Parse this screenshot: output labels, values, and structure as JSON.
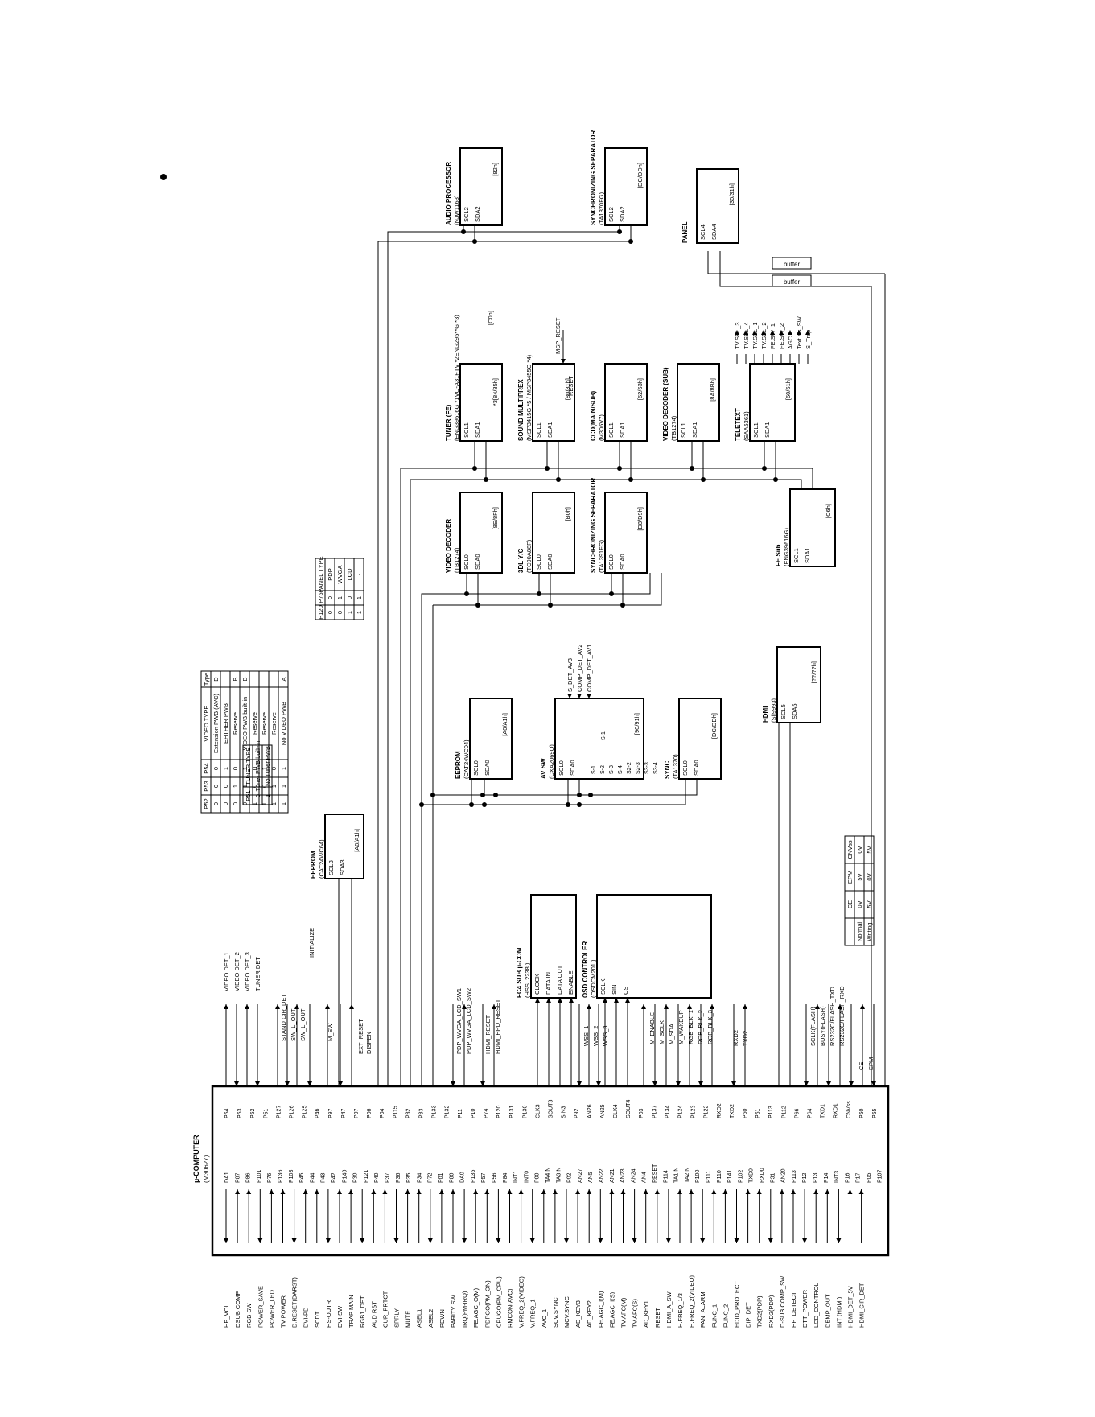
{
  "mcu": {
    "title": "µ-COMPUTER",
    "part": "(M30627)",
    "left_pins": [
      "DA1",
      "P87",
      "P86",
      "P101",
      "P76",
      "P136",
      "P103",
      "P45",
      "P44",
      "P43",
      "P42",
      "P140",
      "P30",
      "P121",
      "P40",
      "P37",
      "P36",
      "P35",
      "P34",
      "P72",
      "P01",
      "P80",
      "DA0",
      "P135",
      "P57",
      "P56",
      "P84",
      "INT1",
      "INT0",
      "P00",
      "TA4IN",
      "TA3IN",
      "P02",
      "AN27",
      "AN5",
      "AN22",
      "AN21",
      "AN23",
      "AN24",
      "AN4",
      "RESET",
      "P114",
      "TA1IN",
      "TA2IN",
      "P100",
      "P111",
      "P110",
      "P141",
      "P102",
      "TXD0",
      "RXD0",
      "P31",
      "AN20",
      "P113",
      "P12",
      "P13",
      "P14",
      "INT3",
      "P16",
      "P17",
      "P05",
      "P107"
    ],
    "left_signals": [
      "HP_VOL",
      "DSUB COMP",
      "RGB SW",
      "POWER_SAVE",
      "POWER_LED",
      "TV POWER",
      "D.RESET(DARST)",
      "DVI-PD",
      "SCDT",
      "HS-OUTR",
      "DVI-SW",
      "TRAP MAIN",
      "RGB1_DET",
      "AUD RST",
      "CUR_PRTCT",
      "SPRLY",
      "MUTE",
      "ASEL1",
      "ASEL2",
      "PDWN",
      "PARITY SW",
      "IRQ(PM-IRQ)",
      "FE.AGC_O(M)",
      "PDPGO(PM_ON)",
      "CPUGO(PM_CPU)",
      "RMCON(AVC)",
      "V.FREQ_2(VIDEO)",
      "V.FREQ_1",
      "AVC_1",
      "SCV.SYNC",
      "MCV.SYNC",
      "AD_KEY3",
      "AD_KEY2",
      "FE.AGC_I(M)",
      "FE.AGC_I(S)",
      "TV.AFC(M)",
      "TV.AFC(S)",
      "AD_KEY1",
      "RESET",
      "HDMI_A_SW",
      "H.FREQ_1/3",
      "H.FREQ_2(VIDEO)",
      "FAN_ALARM",
      "FUNC_1",
      "FUNC_2",
      "EDID_PROTECT",
      "DIP_DET",
      "TXD2(PDP)",
      "RXD2(PDP)",
      "D-SUB COMP_SW",
      "HP_DETECT",
      "DTT_POWER",
      "LCD_CONTROL",
      "DEMP_OUT",
      "INT (HDMI)",
      "HDMI_DET_5V",
      "HDMI_CIR_DET"
    ],
    "right_pins": [
      "P54",
      "P53",
      "P52",
      "P51",
      "P127",
      "P126",
      "P125",
      "P46",
      "P97",
      "P47",
      "P07",
      "P06",
      "P04",
      "P115",
      "P32",
      "P33",
      "P133",
      "P132",
      "P11",
      "P10",
      "P74",
      "P120",
      "P131",
      "P130",
      "CLK3",
      "SOUT3",
      "SIN3",
      "P92",
      "AN26",
      "AN25",
      "CLK4",
      "SOUT4",
      "P03",
      "P137",
      "P134",
      "P124",
      "P123",
      "P122",
      "RXD2",
      "TXD2",
      "P60",
      "P61",
      "P113",
      "P112",
      "P66",
      "P64",
      "TXD1",
      "RXD1",
      "CNVss",
      "P50",
      "P55"
    ],
    "right_signals": [
      "VIDEO DET_1",
      "VIDEO DET_2",
      "VIDEO DET_3",
      "TUNER DET",
      "STAND CIR_DET",
      "SW_L_OUT",
      "SW_L_OUT",
      "INITIALIZE",
      "M_SW",
      "EXT_RESET",
      "DISPEN",
      "PDP_WVGA_LCD_SW1",
      "PDP_WVGA_LCD_SW2",
      "HDMI_RESET",
      "HDMI_HPD_RESET",
      "WSS_1",
      "WSS_2",
      "WSS_3",
      "M_ENABLE",
      "M_SCLK",
      "M_SDA",
      "M_WAKEUP",
      "RGB_BLK_1",
      "RGB_BLK_2",
      "RGB_BLK_3",
      "RXD2",
      "TXD2",
      "SCLK(FLASH)",
      "BUSY(FLASH)",
      "RS232C/FLASH_TXD",
      "RS232C/FLASH_RXD",
      "CE",
      "EPM"
    ]
  },
  "blocks": {
    "eeprom3": {
      "title": "EEPROM",
      "part": "(CAT24WC64)",
      "pins": [
        "SCL3",
        "SDA3"
      ],
      "addr": "[A0/A1h]"
    },
    "fc4": {
      "title": "FC4 SUB µ-COM",
      "part": "(HSS_2238 )",
      "pins": [
        "CLOCK",
        "DATA IN",
        "DATA OUT",
        "ENABLE"
      ]
    },
    "osd": {
      "title": "OSD CONTROLER",
      "part": "(OSDCM201 )",
      "pins": [
        "SCLK",
        "SIN",
        "CS"
      ]
    },
    "eeprom0": {
      "title": "EEPROM",
      "part": "(CAT24WC04)",
      "pins": [
        "SCL0",
        "SDA0"
      ],
      "addr": "[A0/A1h]"
    },
    "avsw": {
      "title": "AV SW",
      "part": "(CXA2069Q)",
      "pins": [
        "SCL0",
        "SDA0"
      ],
      "rpins": [
        "S-1",
        "S-2",
        "S-3",
        "S-4",
        "S2-2",
        "S2-3",
        "S3-3",
        "S3-4"
      ],
      "addr": "[90/91h]",
      "sig": [
        "S_DET_AV3",
        "COMP_DET_AV2",
        "COMP_DET_AV1"
      ]
    },
    "sync": {
      "title": "SYNC",
      "part": "(TA1370)",
      "pins": [
        "SCL0",
        "SDA0"
      ],
      "addr": "[DC/DDh]"
    },
    "hdmi": {
      "title": "HDMI",
      "part": "(Sil9993)",
      "pins": [
        "SCL5",
        "SDA5"
      ],
      "addr": "[??/??h]"
    },
    "vdec": {
      "title": "VIDEO DECODER",
      "part": "(TB1274)",
      "pins": [
        "SCL0",
        "SDA0"
      ],
      "addr": "[8E/8Fh]"
    },
    "yc3d": {
      "title": "3DL Y/C",
      "part": "(TC90A88F)",
      "pins": [
        "SCL0",
        "SDA0"
      ],
      "addr": "[B0h]"
    },
    "syncsep1": {
      "title": "SYNCHRONIZING SEPARATOR",
      "part": "(TA1391FG)",
      "pins": [
        "SCL0",
        "SDA0"
      ],
      "addr": "[D8/D9h]"
    },
    "fesub": {
      "title": "FE Sub",
      "part": "(ENG39616G)",
      "pins": [
        "SCL1",
        "SDA1"
      ],
      "addr": "[C6h]"
    },
    "tuner": {
      "title": "TUNER (FE)",
      "part": "(ENG39616G    *1VO-A31FTV *2ENG295**G *3)",
      "pins": [
        "SCL1",
        "SDA1"
      ],
      "addr": "*3[84/85h]",
      "addr2": "[C0h]"
    },
    "msp": {
      "title": "SOUND MULTIPREX",
      "part": "(MSP3415G *5 / MSP3455G *4)",
      "pins": [
        "SCL1",
        "SDA1"
      ],
      "reset": "RESET",
      "addr": "[80/81h]",
      "sig": "MSP_RESET"
    },
    "ccd": {
      "title": "CCD(MAIN/SUB)",
      "part": "(M306V7)",
      "pins": [
        "SCL1",
        "SDA1"
      ],
      "addr": "[62/63h]"
    },
    "vdecsub": {
      "title": "VIDEO DECODER (SUB)",
      "part": "(TB1274)",
      "pins": [
        "SCL1",
        "SDA1"
      ],
      "addr": "[8A/8Bh]"
    },
    "teletext": {
      "title": "TELETEXT",
      "part": "(SAA5361)",
      "pins": [
        "SCL1",
        "SDA1"
      ],
      "addr": "[60/61h]",
      "sig": [
        "TV.SEL_3",
        "TV.SEL_4",
        "TV.SEL_1",
        "TV.SEL_2",
        "FE.SW_1",
        "FE.SW_2",
        "AGC",
        "Text Ys_SW",
        "S_Trap"
      ]
    },
    "audio": {
      "title": "AUDIO PROCESSOR",
      "part": "(NJW1163)",
      "pins": [
        "SCL2",
        "SDA2"
      ],
      "addr": "[82h]"
    },
    "syncsep2": {
      "title": "SYNCHRONIZING SEPARATOR",
      "part": "(TA1370FG)",
      "pins": [
        "SCL2",
        "SDA2"
      ],
      "addr": "[DC/DDh]"
    },
    "panel": {
      "title": "PANEL",
      "pins": [
        "SCL4",
        "SDA4"
      ],
      "addr": "[30/31h]",
      "buffer": "buffer"
    }
  },
  "tables": {
    "tuner_type": {
      "headers": [
        "P51",
        "TUNER TYPE"
      ],
      "rows": [
        [
          "0",
          "Tuner PWB built-in"
        ],
        [
          "1",
          "No Tuner PWB"
        ]
      ]
    },
    "panel_type": {
      "headers": [
        "P120",
        "P75",
        "PANEL TYPE"
      ],
      "rows": [
        [
          "0",
          "0",
          "PDP"
        ],
        [
          "0",
          "1",
          "WVGA"
        ],
        [
          "1",
          "0",
          "LCD"
        ],
        [
          "1",
          "1",
          "-"
        ]
      ]
    },
    "video_type": {
      "headers": [
        "P52",
        "P53",
        "P54",
        "VIDEO TYPE",
        "Type"
      ],
      "rows": [
        [
          "0",
          "0",
          "0",
          "Extension PWB (AVC)",
          "D"
        ],
        [
          "0",
          "0",
          "1",
          "EHTHER PWB",
          ""
        ],
        [
          "0",
          "1",
          "0",
          "Reserve",
          "B"
        ],
        [
          "0",
          "1",
          "1",
          "VIDEO PWB built-in",
          "B"
        ],
        [
          "1",
          "0",
          "0",
          "Reserve",
          ""
        ],
        [
          "1",
          "0",
          "1",
          "Reserve",
          ""
        ],
        [
          "1",
          "1",
          "0",
          "Reserve",
          ""
        ],
        [
          "1",
          "1",
          "1",
          "No VIDEO PWB",
          "A"
        ]
      ]
    },
    "mode": {
      "headers": [
        "",
        "CE",
        "EPM",
        "CNVss"
      ],
      "rows": [
        [
          "Normal",
          "0V",
          "5V",
          "0V"
        ],
        [
          "Writing",
          "5V",
          "0V",
          "5V"
        ]
      ]
    }
  }
}
